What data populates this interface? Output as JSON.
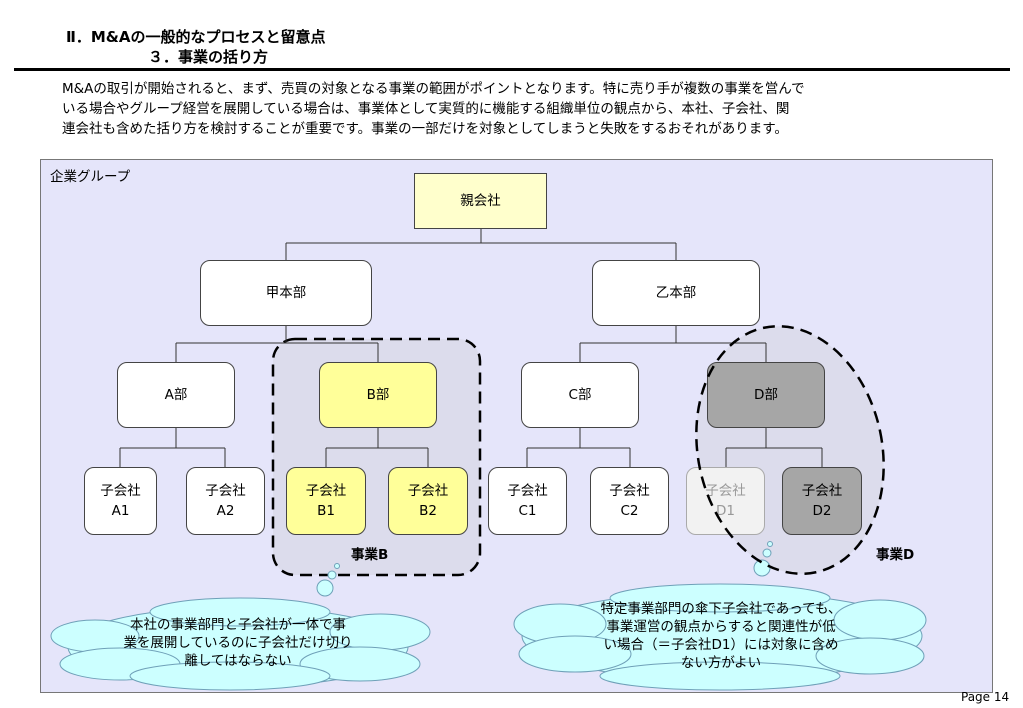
{
  "header": {
    "title_line1": "Ⅱ．M&Aの一般的なプロセスと留意点",
    "title_line2": "３．事業の括り方"
  },
  "intro": [
    "M&Aの取引が開始されると、まず、売買の対象となる事業の範囲がポイントとなります。特に売り手が複数の事業を営んで",
    "いる場合やグループ経営を展開している場合は、事業体として実質的に機能する組織単位の観点から、本社、子会社、関",
    "連会社も含めた括り方を検討することが重要です。事業の一部だけを対象としてしまうと失敗をするおそれがあります。"
  ],
  "diagram": {
    "group_label": "企業グループ",
    "parent": "親会社",
    "divisions": {
      "kou": "甲本部",
      "otsu": "乙本部"
    },
    "departments": {
      "a": "A部",
      "b": "B部",
      "c": "C部",
      "d": "D部"
    },
    "subsidiaries": {
      "a1": {
        "line1": "子会社",
        "line2": "A1"
      },
      "a2": {
        "line1": "子会社",
        "line2": "A2"
      },
      "b1": {
        "line1": "子会社",
        "line2": "B1"
      },
      "b2": {
        "line1": "子会社",
        "line2": "B2"
      },
      "c1": {
        "line1": "子会社",
        "line2": "C1"
      },
      "c2": {
        "line1": "子会社",
        "line2": "C2"
      },
      "d1": {
        "line1": "子会社",
        "line2": "D1"
      },
      "d2": {
        "line1": "子会社",
        "line2": "D2"
      }
    },
    "business_b": "事業B",
    "business_d": "事業D",
    "callout_left": [
      "本社の事業部門と子会社が一体で事",
      "業を展開しているのに子会社だけ切り",
      "離してはならない"
    ],
    "callout_right": [
      "特定事業部門の傘下子会社であっても、",
      "事業運営の観点からすると関連性が低",
      "い場合（＝子会社D1）には対象に含め",
      "ない方がよい"
    ],
    "colors": {
      "panel": "#e5e5fa",
      "highlight_yellow": "#ffff99",
      "parent_fill": "#ffffcc",
      "excluded_grey": "#a6a6a6",
      "cloud_fill": "#ccffff"
    }
  },
  "footer": {
    "page": "Page 14"
  }
}
